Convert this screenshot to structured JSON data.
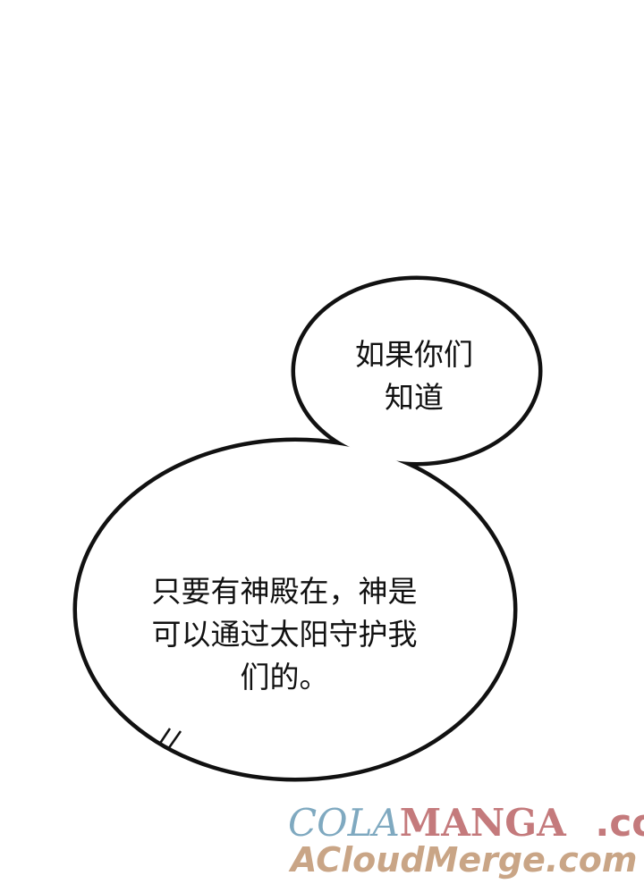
{
  "bubbles": [
    {
      "lines": [
        "如果你们",
        "知道"
      ]
    },
    {
      "lines": [
        "只要有神殿在，神是",
        "可以通过太阳守护我",
        "们的。"
      ]
    }
  ],
  "watermark": {
    "line1_part1": "COLA",
    "line1_part2": "MANGA",
    "line1_part3": ".com",
    "line2": "ACloudMerge.com",
    "colors": {
      "blue": "#7fa9c0",
      "red": "#c47a7c",
      "tan": "#c9a586"
    }
  }
}
